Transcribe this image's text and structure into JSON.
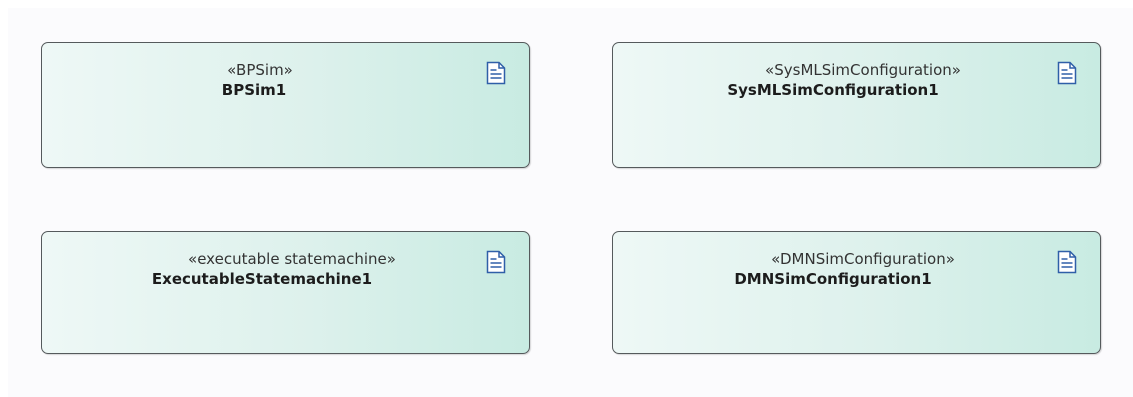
{
  "elements": [
    {
      "stereotype": "«BPSim»",
      "name": "BPSim1",
      "icon": "document-icon"
    },
    {
      "stereotype": "«SysMLSimConfiguration»",
      "name": "SysMLSimConfiguration1",
      "icon": "document-icon"
    },
    {
      "stereotype": "«executable statemachine»",
      "name": "ExecutableStatemachine1",
      "icon": "document-icon"
    },
    {
      "stereotype": "«DMNSimConfiguration»",
      "name": "DMNSimConfiguration1",
      "icon": "document-icon"
    }
  ],
  "colors": {
    "element_fill_light": "#eef8f6",
    "element_fill_dark": "#c8ebe2",
    "element_border": "#555a5c",
    "icon_stroke": "#2f5fa8"
  }
}
